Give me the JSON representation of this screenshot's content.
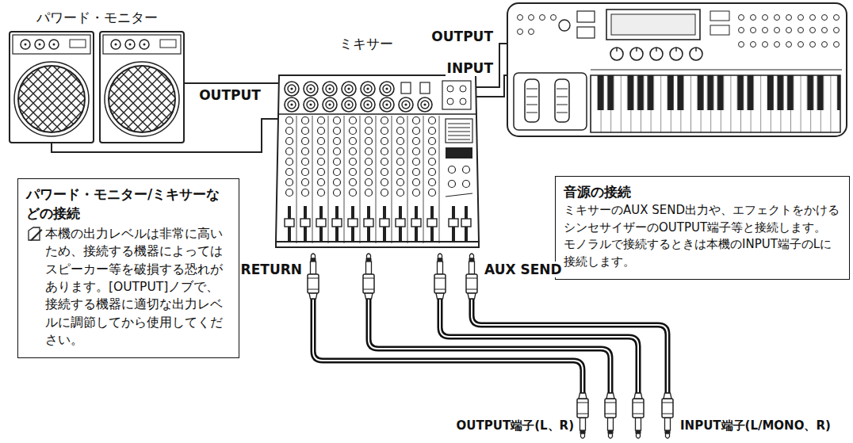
{
  "diagram": {
    "nodes": [
      {
        "text": [
          "パワード・モニター"
        ]
      },
      {
        "text": [
          "ミキサー"
        ]
      },
      {
        "text": [
          "パワード・モニター/ミキサーなどの接続",
          "本機の出力レベルは非常に高いため、接続する機器によってはスピーカー等を破損する恐れがあります。[OUTPUT]ノブで、接続する機器に適切な出力レベルに調節してから使用してください。"
        ]
      },
      {
        "text": [
          "音源の接続",
          "ミキサーのAUX SEND出力や、エフェクトをかけるシンセサイザーのOUTPUT端子等と接続します。",
          "モノラルで接続するときは本機のINPUT端子のLに接続します。"
        ]
      }
    ],
    "edges": [
      {
        "from": 0,
        "to": 1,
        "arrow": "none",
        "label": "OUTPUT"
      }
    ],
    "labels": [
      "OUTPUT",
      "INPUT",
      "RETURN",
      "AUX SEND",
      "OUTPUT端子(L、R)",
      "INPUT端子(L/MONO、R)"
    ]
  }
}
